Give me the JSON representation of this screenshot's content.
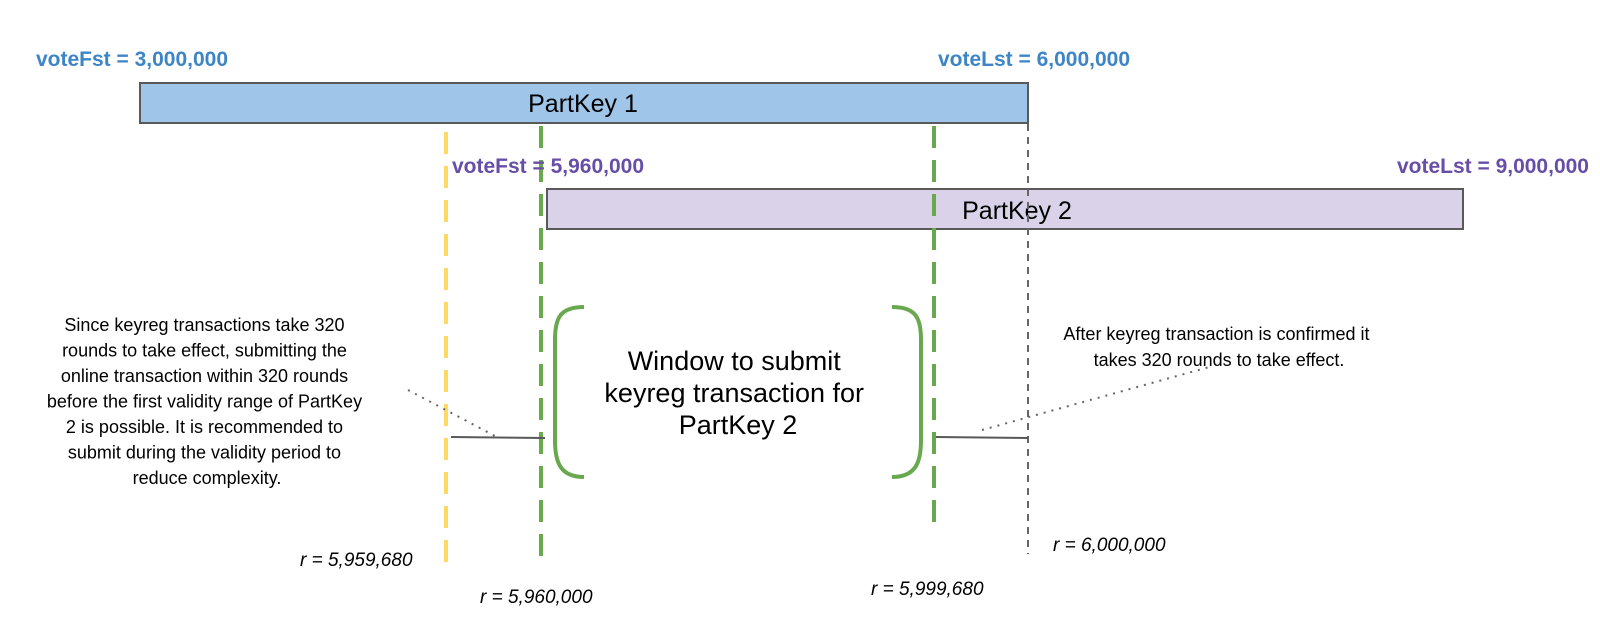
{
  "colors": {
    "partkey1_fill": "#9fc5e8",
    "partkey2_fill": "#d9d2e9",
    "bar_stroke": "#595959",
    "blue_text": "#3d85c6",
    "purple_text": "#674ea7",
    "yellow_dash": "#ffd966",
    "green_dash": "#6aa84f",
    "gray_dash": "#666666",
    "text": "#000000"
  },
  "partkey1": {
    "label": "PartKey 1",
    "vote_first": "voteFst = 3,000,000",
    "vote_last": "voteLst = 6,000,000"
  },
  "partkey2": {
    "label": "PartKey 2",
    "vote_first": "voteFst = 5,960,000",
    "vote_last": "voteLst = 9,000,000"
  },
  "window": {
    "lines": [
      "Window to submit",
      "keyreg transaction for",
      "PartKey 2"
    ]
  },
  "left_note": {
    "lines": [
      "Since keyreg transactions take 320",
      "rounds to take effect, submitting the",
      "online transaction within 320 rounds",
      "before the first validity range of PartKey",
      "2 is possible. It is recommended to",
      "submit during the validity period to",
      "reduce complexity."
    ]
  },
  "right_note": {
    "lines": [
      "After keyreg transaction is confirmed it",
      "takes 320 rounds to take effect."
    ]
  },
  "rounds": {
    "r1": "r = 5,959,680",
    "r2": "r = 5,960,000",
    "r3": "r = 5,999,680",
    "r4": "r = 6,000,000"
  }
}
